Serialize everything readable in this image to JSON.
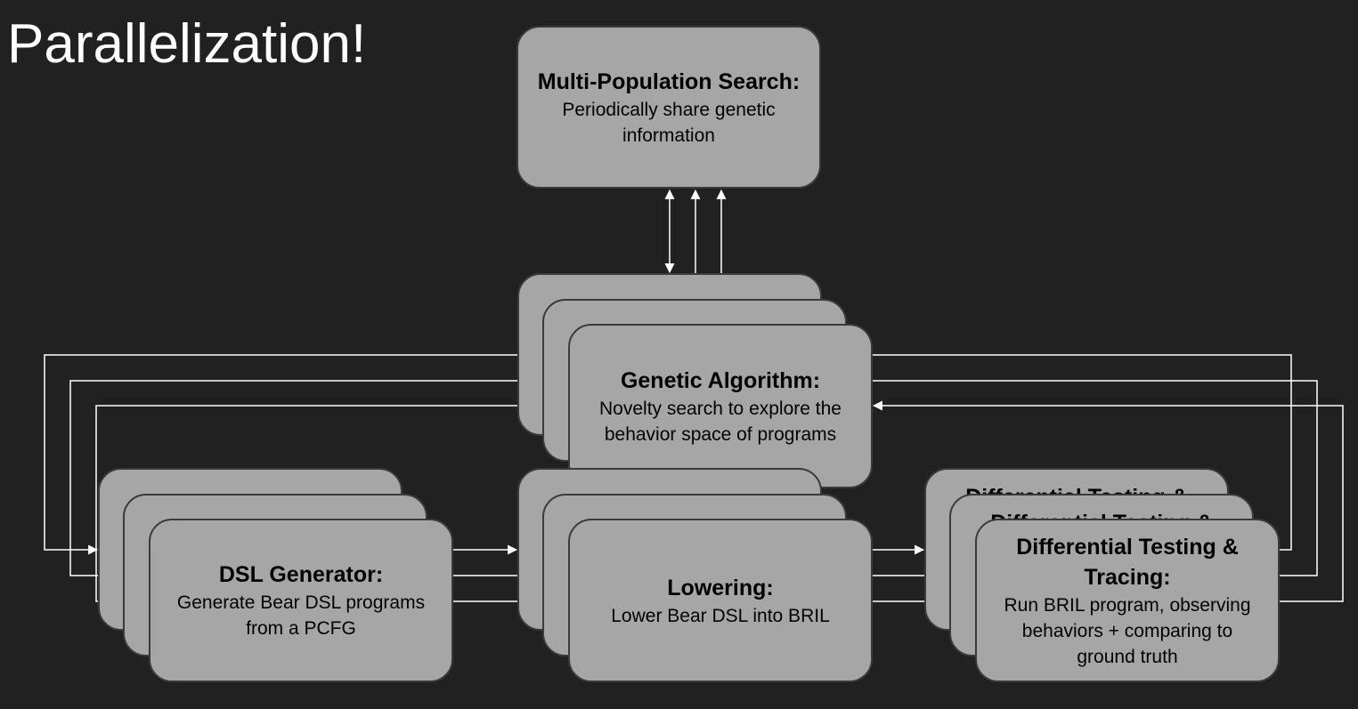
{
  "slide": {
    "title": "Parallelization!"
  },
  "boxes": {
    "multi_population": {
      "heading": "Multi-Population Search:",
      "description": "Periodically share genetic information"
    },
    "genetic_algorithm": {
      "heading": "Genetic Algorithm:",
      "description": "Novelty search to explore the behavior space of programs"
    },
    "dsl_generator": {
      "heading": "DSL Generator:",
      "description": "Generate Bear DSL programs from a PCFG"
    },
    "lowering": {
      "heading": "Lowering:",
      "description": "Lower Bear DSL into BRIL"
    },
    "differential_testing": {
      "heading": "Differential Testing & Tracing:",
      "description": "Run BRIL program, observing behaviors + comparing to ground truth"
    }
  },
  "colors": {
    "background": "#212121",
    "box_fill": "#a6a6a6",
    "box_border": "#3a3a3a",
    "connector": "#ffffff",
    "title_text": "#ffffff"
  }
}
